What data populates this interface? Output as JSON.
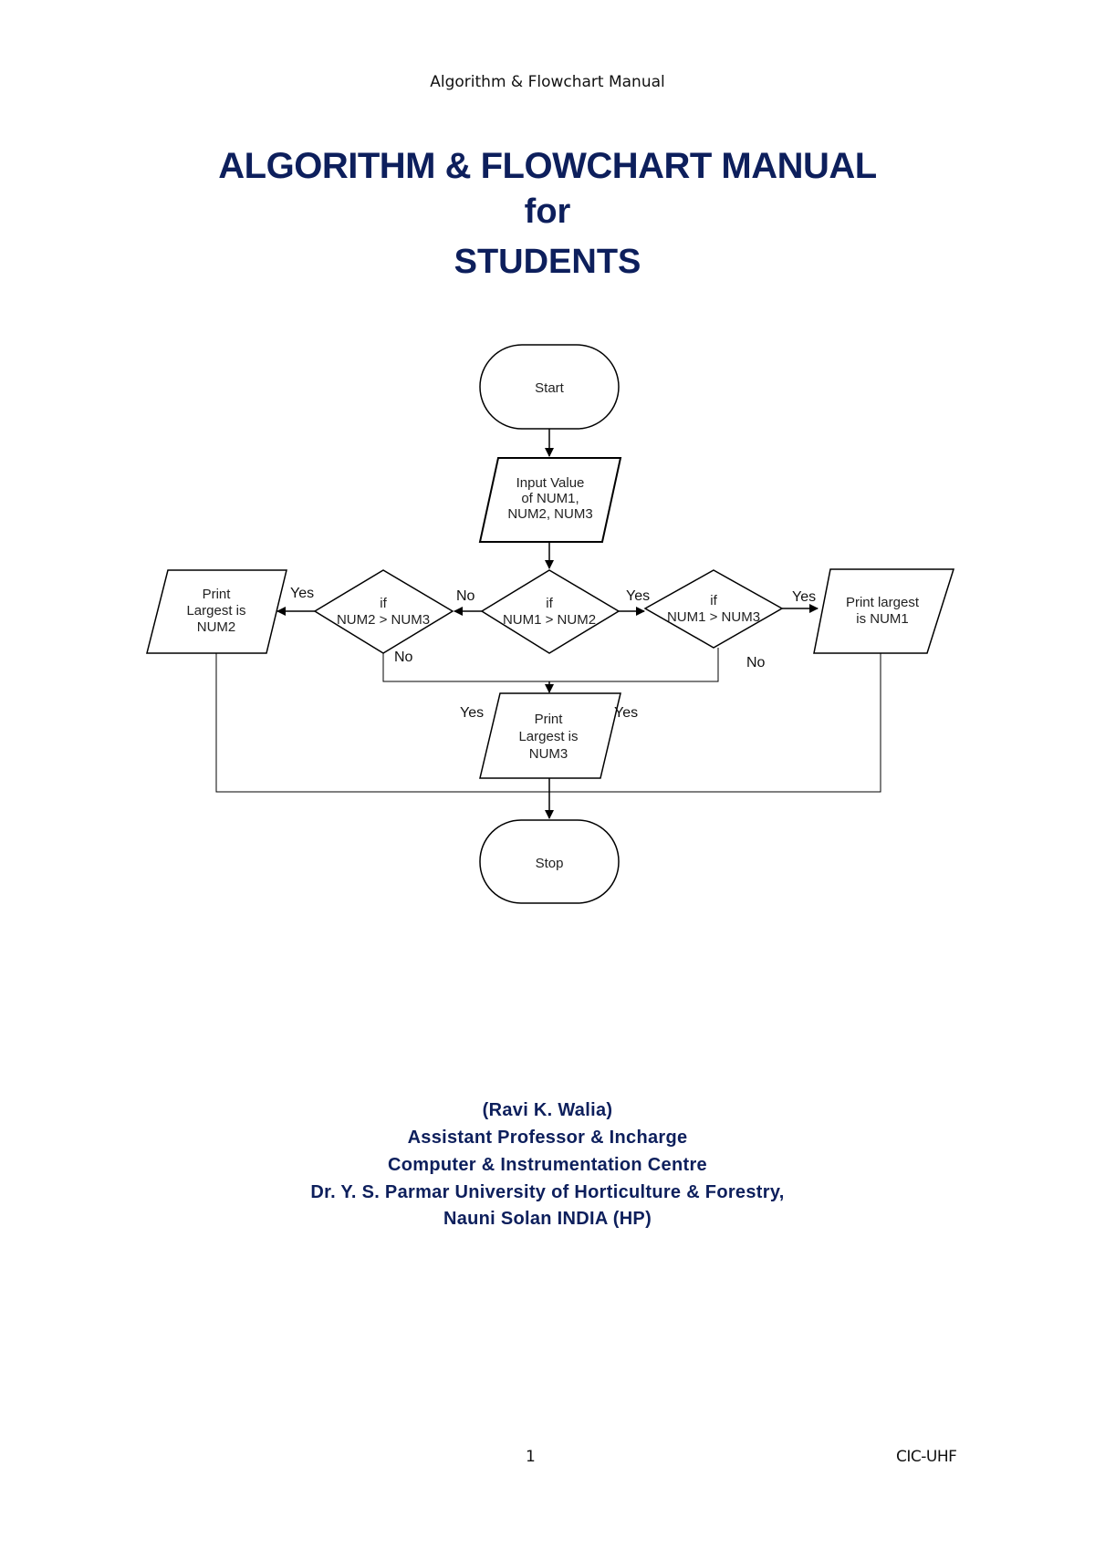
{
  "header": {
    "running_title": "Algorithm & Flowchart Manual"
  },
  "title": {
    "line1": "ALGORITHM & FLOWCHART MANUAL",
    "line2": "for",
    "line3": "STUDENTS"
  },
  "flowchart": {
    "start": "Start",
    "input": [
      "Input Value",
      "of NUM1,",
      "NUM2, NUM3"
    ],
    "decision_center": [
      "if",
      "NUM1 > NUM2"
    ],
    "decision_left": [
      "if",
      "NUM2 > NUM3"
    ],
    "decision_right": [
      "if",
      "NUM1 > NUM3"
    ],
    "print_num2": [
      "Print",
      "Largest is",
      "NUM2"
    ],
    "print_num1": [
      "Print largest",
      "is NUM1"
    ],
    "print_num3": [
      "Print",
      "Largest is",
      "NUM3"
    ],
    "stop": "Stop",
    "labels": {
      "yes_left": "Yes",
      "no_center": "No",
      "yes_center": "Yes",
      "yes_right": "Yes",
      "no_left": "No",
      "no_right": "No",
      "yes_num3_left": "Yes",
      "yes_num3_right": "Yes"
    }
  },
  "author": {
    "name": "(Ravi K. Walia)",
    "designation": "Assistant Professor & Incharge",
    "department": "Computer & Instrumentation Centre",
    "university": "Dr. Y. S. Parmar University of Horticulture & Forestry,",
    "location": "Nauni Solan INDIA (HP)"
  },
  "footer": {
    "page_number": "1",
    "right_text": "CIC-UHF"
  }
}
